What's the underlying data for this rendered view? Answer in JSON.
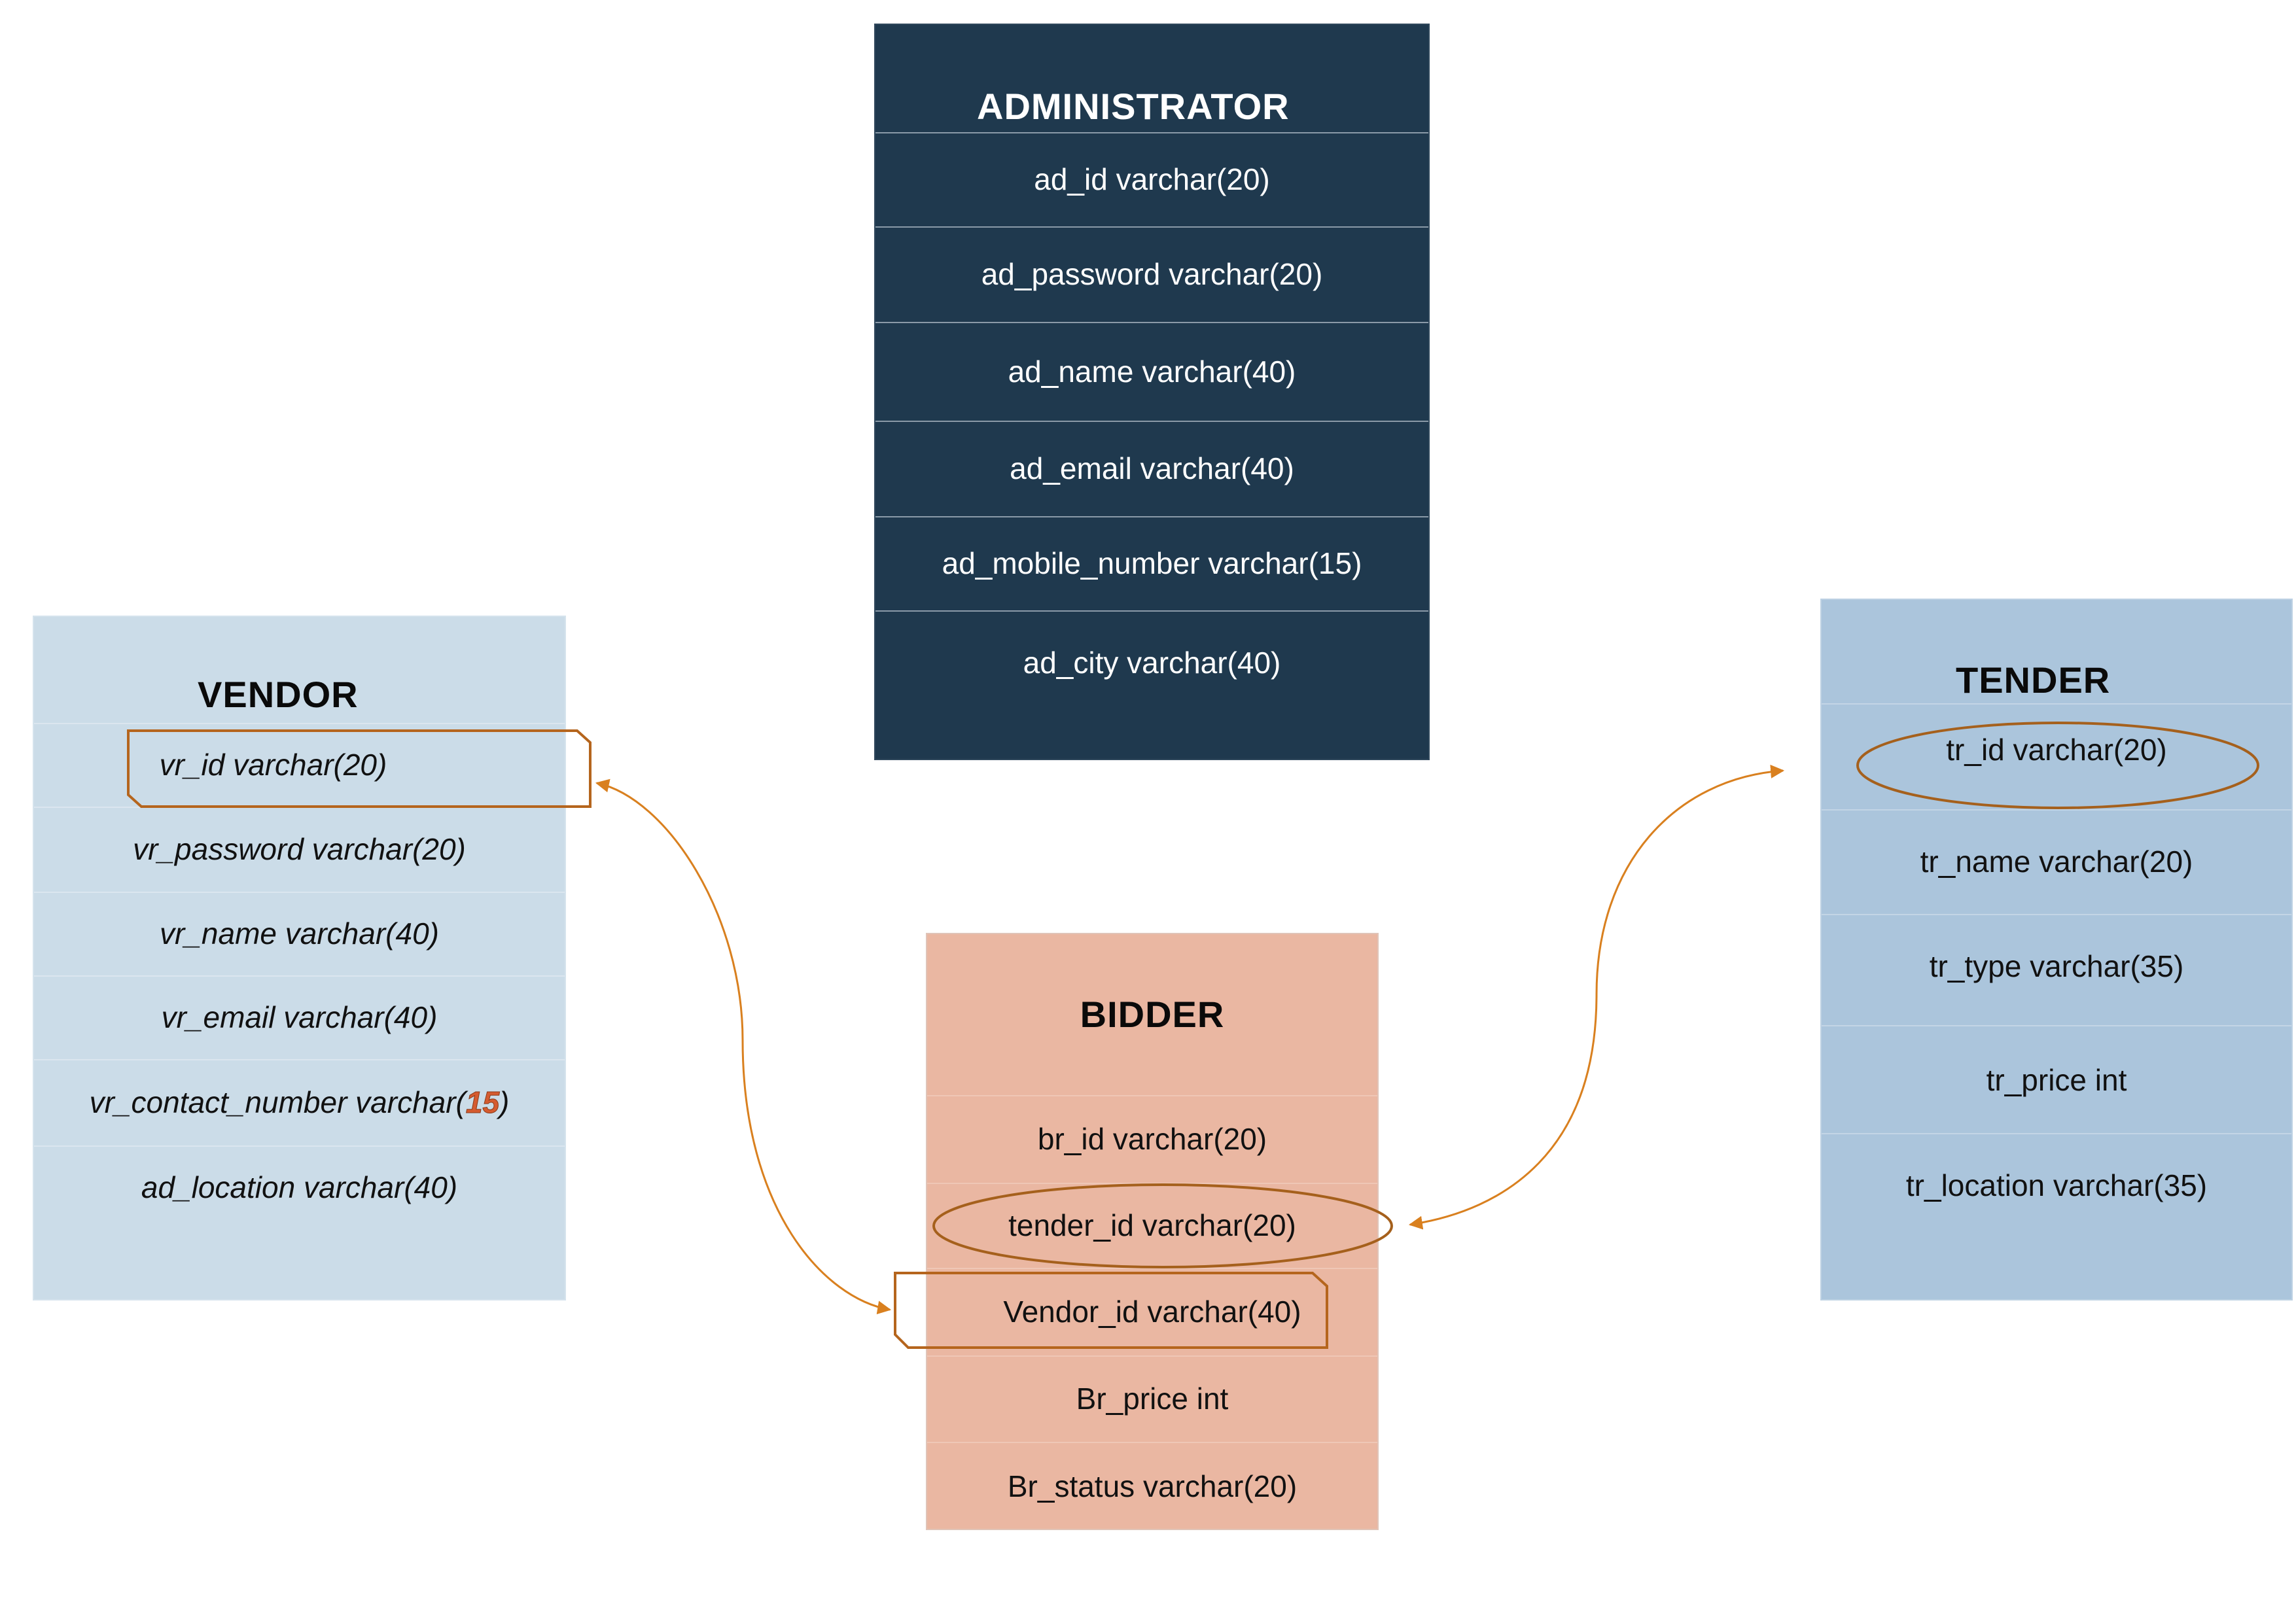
{
  "entities": {
    "administrator": {
      "title": "ADMINISTRATOR",
      "fields": [
        "ad_id varchar(20)",
        "ad_password varchar(20)",
        "ad_name varchar(40)",
        "ad_email varchar(40)",
        "ad_mobile_number varchar(15)",
        "ad_city varchar(40)"
      ]
    },
    "vendor": {
      "title": "VENDOR",
      "fields": [
        "vr_id varchar(20)",
        "vr_password varchar(20)",
        "vr_name varchar(40)",
        "vr_email varchar(40)",
        "ad_location varchar(40)"
      ],
      "contact_field": {
        "prefix": "vr_contact_number varchar(",
        "size": "15",
        "suffix": ")"
      }
    },
    "tender": {
      "title": "TENDER",
      "fields": [
        "tr_id varchar(20)",
        "tr_name varchar(20)",
        "tr_type varchar(35)",
        "tr_price int",
        "tr_location varchar(35)"
      ]
    },
    "bidder": {
      "title": "BIDDER",
      "fields": [
        "br_id varchar(20)",
        "tender_id varchar(20)",
        "Vendor_id varchar(40)",
        "Br_price int",
        "Br_status varchar(20)"
      ]
    }
  },
  "relationships": [
    {
      "from": "vendor.vr_id",
      "to": "bidder.Vendor_id",
      "marker": "tab-shape"
    },
    {
      "from": "tender.tr_id",
      "to": "bidder.tender_id",
      "marker": "ellipse"
    }
  ],
  "colors": {
    "administrator_fill": "#1f394e",
    "vendor_fill": "#cbdce8",
    "tender_fill": "#abc5dc",
    "bidder_fill": "#eab7a2",
    "connector": "#d9801f",
    "highlight_outline": "#b5651d",
    "size_highlight": "#d55b30"
  }
}
